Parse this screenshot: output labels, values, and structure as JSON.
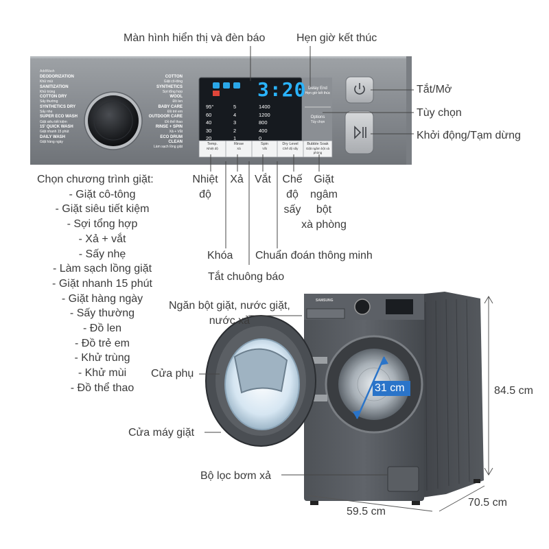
{
  "labels": {
    "display": "Màn hình hiển thị và đèn báo",
    "end_timer": "Hẹn giờ kết thúc",
    "power": "Tắt/Mở",
    "option": "Tùy chọn",
    "start_pause": "Khởi động/Tạm dừng",
    "temperature": "Nhiệt\nđộ",
    "rinse": "Xả",
    "spin": "Vắt",
    "dry": "Chế\nđộ\nsấy",
    "bubble": "Giặt\nngâm\nbột\nxà phòng",
    "lock": "Khóa",
    "smart_check": "Chuẩn đoán thông minh",
    "mute": "Tắt chuông báo",
    "drawer": "Ngăn bột giặt, nước giặt,\nnước xả",
    "addwash_door": "Cửa phụ",
    "main_door": "Cửa máy giặt",
    "filter": "Bộ lọc bơm xả"
  },
  "programs": {
    "title": "Chọn chương trình giặt:",
    "items": [
      "- Giặt cô-tông",
      "- Giặt siêu tiết kiệm",
      "- Sợi tổng hợp",
      "- Xả + vắt",
      "- Sấy nhẹ",
      "- Làm sạch lồng giặt",
      "- Giặt nhanh 15 phút",
      "- Giặt hàng ngày",
      "- Sấy thường",
      "- Đồ len",
      "- Đồ trẻ em",
      "- Khử trùng",
      "- Khử mùi",
      "- Đồ thể thao"
    ]
  },
  "dimensions": {
    "height": "84.5 cm",
    "width": "59.5 cm",
    "depth": "70.5 cm",
    "door": "31 cm"
  },
  "panel": {
    "addwash": "AddWash",
    "left_programs": [
      {
        "en": "DEODORIZATION",
        "vi": "Khử mùi"
      },
      {
        "en": "SANITIZATION",
        "vi": "Khử trùng"
      },
      {
        "en": "COTTON DRY",
        "vi": "Sấy thường"
      },
      {
        "en": "SYNTHETICS DRY",
        "vi": "Sấy nhẹ"
      },
      {
        "en": "SUPER ECO WASH",
        "vi": "Giặt siêu tiết kiệm"
      },
      {
        "en": "15' QUICK WASH",
        "vi": "Giặt nhanh 15 phút"
      },
      {
        "en": "DAILY WASH",
        "vi": "Giặt hàng ngày"
      }
    ],
    "right_programs": [
      {
        "en": "COTTON",
        "vi": "Giặt cô-tông"
      },
      {
        "en": "SYNTHETICS",
        "vi": "Sợi tổng hợp"
      },
      {
        "en": "WOOL",
        "vi": "Đồ len"
      },
      {
        "en": "BABY CARE",
        "vi": "Đồ trẻ em"
      },
      {
        "en": "OUTDOOR CARE",
        "vi": "Đồ thể thao"
      },
      {
        "en": "RINSE + SPIN",
        "vi": "Xả + Vắt"
      },
      {
        "en": "ECO DRUM CLEAN",
        "vi": "Làm sạch lồng giặt"
      }
    ],
    "time": "3:20",
    "temps": [
      "95°",
      "60",
      "40",
      "30",
      "20"
    ],
    "rinses": [
      "5",
      "4",
      "3",
      "2",
      "1"
    ],
    "spins": [
      "1400",
      "1200",
      "800",
      "400",
      "0"
    ],
    "delay_end": "Delay End",
    "delay_end_vi": "Hẹn giờ kết thúc",
    "options": "Options",
    "options_vi": "Tùy chọn",
    "buttons": [
      {
        "en": "Temp.",
        "vi": "Nhiệt độ"
      },
      {
        "en": "Rinse",
        "vi": "Xả"
      },
      {
        "en": "Spin",
        "vi": "Vắt"
      },
      {
        "en": "Dry Level",
        "vi": "Chế độ sấy"
      },
      {
        "en": "Bubble Soak",
        "vi": "Giặt ngâm bột xà phòng"
      }
    ],
    "brand": "SAMSUNG"
  }
}
